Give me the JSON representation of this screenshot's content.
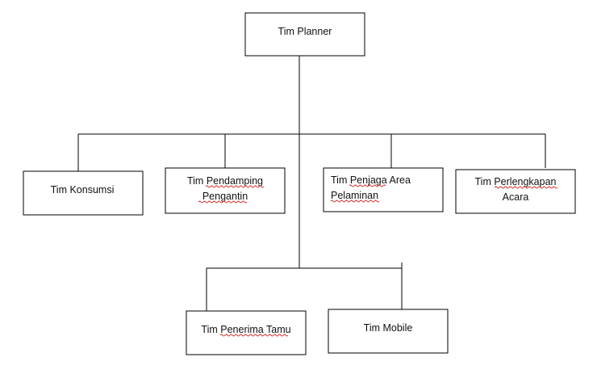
{
  "diagram": {
    "type": "organization-chart",
    "root": {
      "id": "planner",
      "lines": [
        "Tim Planner"
      ]
    },
    "level1": [
      {
        "id": "konsumsi",
        "lines": [
          "Tim Konsumsi"
        ]
      },
      {
        "id": "pendamping",
        "lines": [
          "Tim Pendamping",
          "Pengantin"
        ]
      },
      {
        "id": "penjaga",
        "lines": [
          "Tim Penjaga Area",
          "Pelaminan"
        ]
      },
      {
        "id": "perlengkapan",
        "lines": [
          "Tim Perlengkapan",
          "Acara"
        ]
      }
    ],
    "level2": [
      {
        "id": "penerima",
        "lines": [
          "Tim Penerima Tamu"
        ]
      },
      {
        "id": "mobile",
        "lines": [
          "Tim Mobile"
        ]
      }
    ],
    "spellcheck_underlined": [
      "Pendamping",
      "Pengantin",
      "Penjaga",
      "Pelaminan",
      "Perlengkapan",
      "Penerima Tamu"
    ],
    "colors": {
      "line": "#000000",
      "box_fill": "#ffffff",
      "text": "#111111",
      "spellcheck": "#d02020"
    }
  }
}
